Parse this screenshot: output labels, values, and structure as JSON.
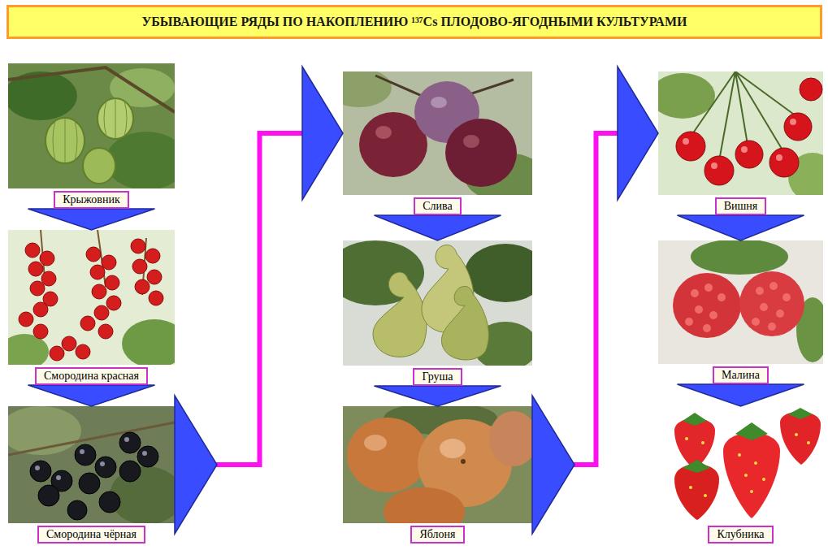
{
  "diagram": {
    "title": "УБЫВАЮЩИЕ РЯДЫ ПО НАКОПЛЕНИЮ ¹³⁷Cs ПЛОДОВО-ЯГОДНЫМИ КУЛЬТУРАМИ",
    "nodes": [
      {
        "text": [
          "Крыжовник"
        ]
      },
      {
        "text": [
          "Смородина красная"
        ]
      },
      {
        "text": [
          "Смородина чёрная"
        ]
      },
      {
        "text": [
          "Слива"
        ]
      },
      {
        "text": [
          "Груша"
        ]
      },
      {
        "text": [
          "Яблоня"
        ]
      },
      {
        "text": [
          "Вишня"
        ]
      },
      {
        "text": [
          "Малина"
        ]
      },
      {
        "text": [
          "Клубника"
        ]
      }
    ],
    "edges": [
      {
        "from": 0,
        "to": 1,
        "arrow": "to"
      },
      {
        "from": 1,
        "to": 2,
        "arrow": "to"
      },
      {
        "from": 2,
        "to": 3,
        "arrow": "to"
      },
      {
        "from": 3,
        "to": 4,
        "arrow": "to"
      },
      {
        "from": 4,
        "to": 5,
        "arrow": "to"
      },
      {
        "from": 5,
        "to": 6,
        "arrow": "to"
      },
      {
        "from": 6,
        "to": 7,
        "arrow": "to"
      },
      {
        "from": 7,
        "to": 8,
        "arrow": "to"
      }
    ]
  }
}
